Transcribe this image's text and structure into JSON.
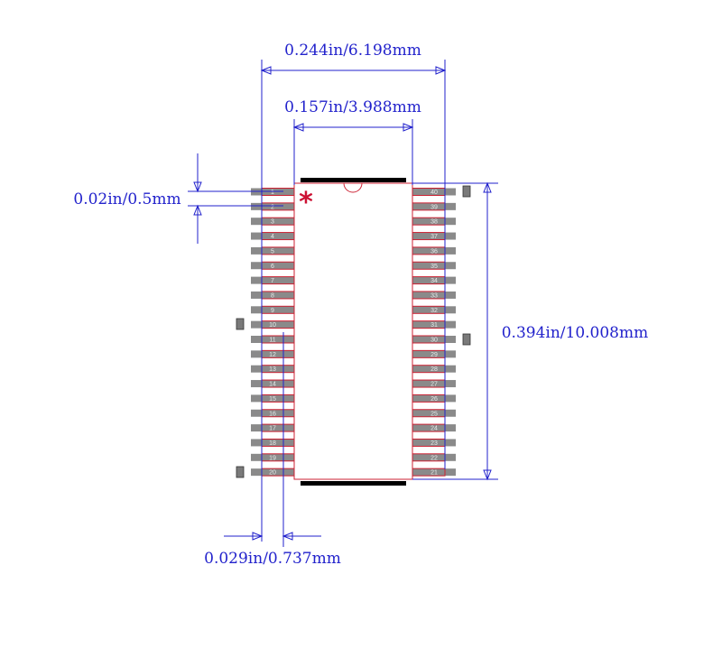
{
  "colors": {
    "dimension": "#2222cc",
    "pad_fill": "#8a8a8a",
    "pad_outline": "#cc2233",
    "body_outline": "#cc2233",
    "pin1_marker": "#cc1133",
    "bar": "#000000",
    "pin_number": "#e8e8e8"
  },
  "dimensions": {
    "overall_width": "0.244in/6.198mm",
    "body_width": "0.157in/3.988mm",
    "pitch": "0.02in/0.5mm",
    "body_length": "0.394in/10.008mm",
    "pad_width": "0.029in/0.737mm"
  },
  "pin1_marker": "*",
  "left_pins": [
    "1",
    "2",
    "3",
    "4",
    "5",
    "6",
    "7",
    "8",
    "9",
    "10",
    "11",
    "12",
    "13",
    "14",
    "15",
    "16",
    "17",
    "18",
    "19",
    "20"
  ],
  "right_pins": [
    "40",
    "39",
    "38",
    "37",
    "36",
    "35",
    "34",
    "33",
    "32",
    "31",
    "30",
    "29",
    "28",
    "27",
    "26",
    "25",
    "24",
    "23",
    "22",
    "21"
  ]
}
